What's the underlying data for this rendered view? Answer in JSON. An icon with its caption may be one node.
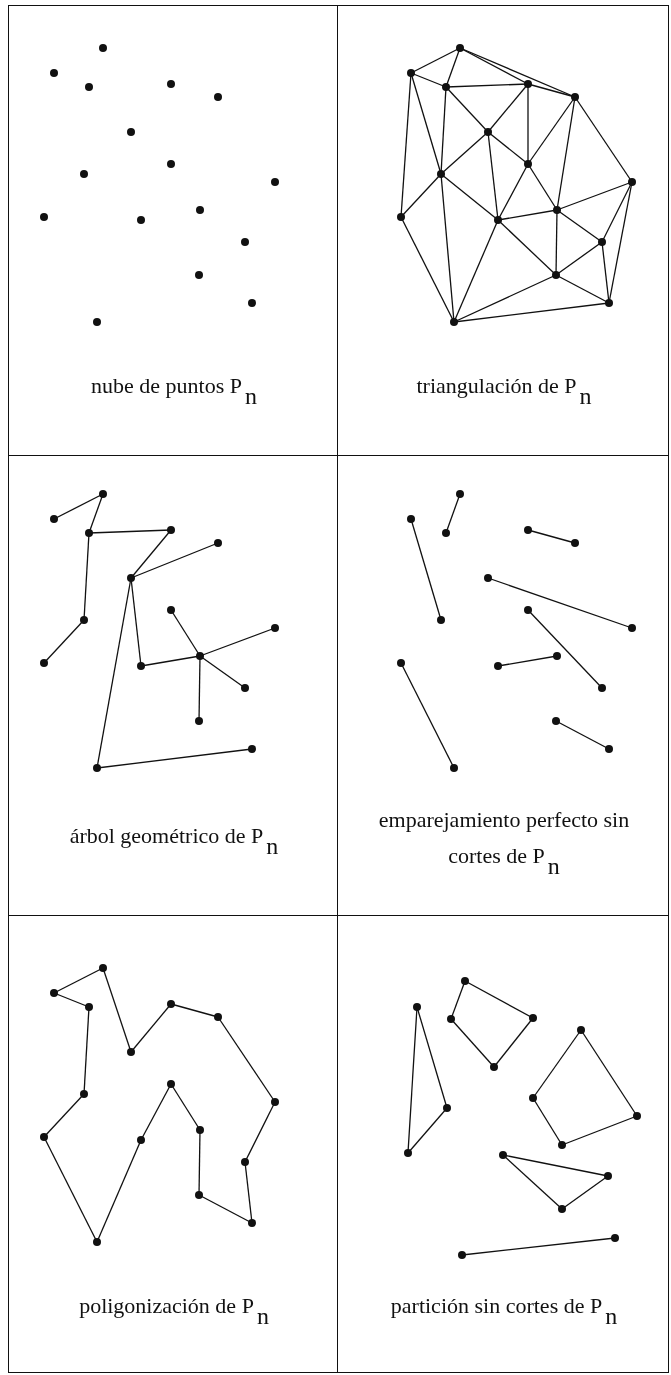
{
  "diagram": {
    "nodes": [
      {
        "text": [
          "nube de puntos P$_{n}$"
        ]
      },
      {
        "text": [
          "triangulación de P$_{n}$"
        ]
      },
      {
        "text": [
          "árbol geométrico de P$_{n}$"
        ]
      },
      {
        "text": [
          "emparejamiento perfecto sin cortes de P$_{n}$"
        ]
      },
      {
        "text": [
          "poligonización de P$_{n}$"
        ]
      },
      {
        "text": [
          "partición sin cortes de P$_{n}$"
        ]
      }
    ]
  }
}
